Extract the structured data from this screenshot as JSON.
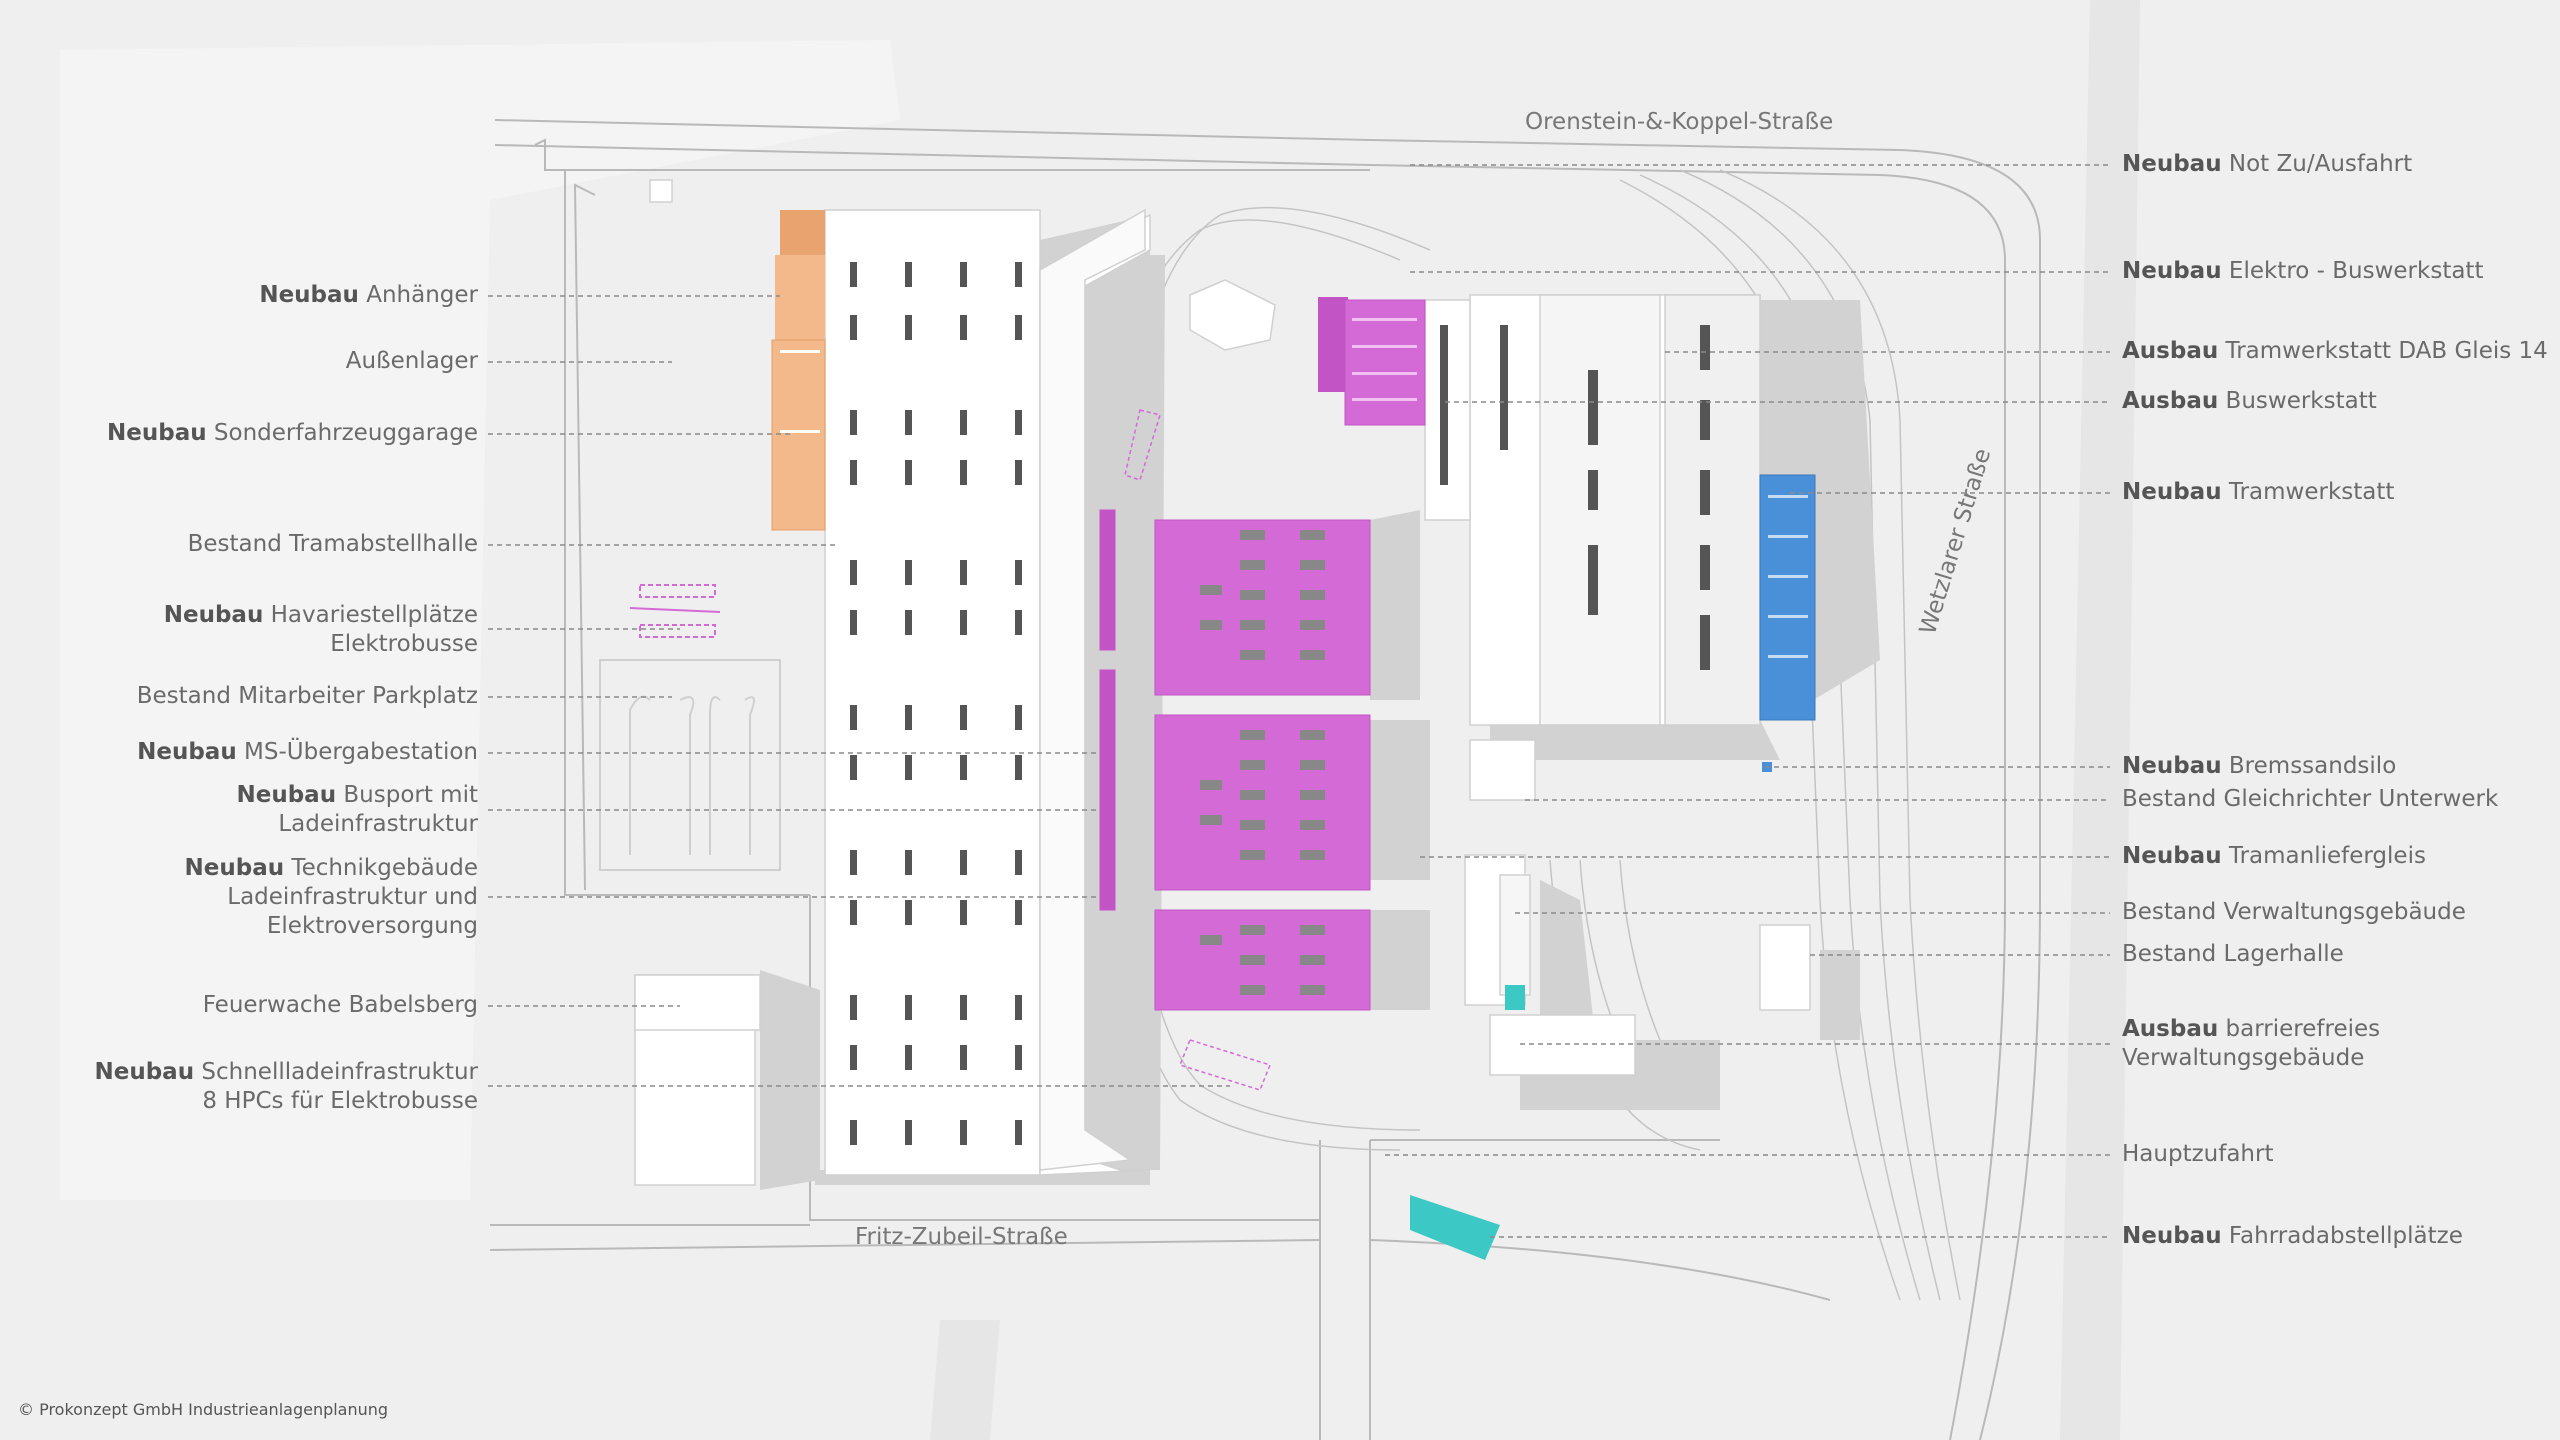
{
  "copyright": "© Prokonzept GmbH Industrieanlagenplanung",
  "streets": {
    "north": "Orenstein-&-Koppel-Straße",
    "east": "Wetzlarer Straße",
    "south": "Fritz-Zubeil-Straße"
  },
  "colors": {
    "neubau_magenta": "#d46ad6",
    "neubau_orange": "#f3b98a",
    "neubau_blue": "#4a90d9",
    "neubau_cyan": "#3cc8c4",
    "building": "#ffffff",
    "shadow": "#d2d2d2",
    "text": "#6a6a6a"
  },
  "labels_left": [
    {
      "prefix": "Neubau",
      "lines": [
        "Anhänger"
      ]
    },
    {
      "prefix": "",
      "lines": [
        "Außenlager"
      ]
    },
    {
      "prefix": "Neubau",
      "lines": [
        "Sonderfahrzeuggarage"
      ]
    },
    {
      "prefix": "",
      "lines": [
        "Bestand Tramabstellhalle"
      ]
    },
    {
      "prefix": "Neubau",
      "lines": [
        "Havariestellplätze",
        "Elektrobusse"
      ]
    },
    {
      "prefix": "",
      "lines": [
        "Bestand Mitarbeiter Parkplatz"
      ]
    },
    {
      "prefix": "Neubau",
      "lines": [
        "MS-Übergabestation"
      ]
    },
    {
      "prefix": "Neubau",
      "lines": [
        "Busport mit",
        "Ladeinfrastruktur"
      ]
    },
    {
      "prefix": "Neubau",
      "lines": [
        "Technikgebäude",
        "Ladeinfrastruktur und",
        "Elektroversorgung"
      ]
    },
    {
      "prefix": "",
      "lines": [
        "Feuerwache Babelsberg"
      ]
    },
    {
      "prefix": "Neubau",
      "lines": [
        "Schnellladeinfrastruktur",
        "8 HPCs für Elektrobusse"
      ]
    }
  ],
  "labels_right": [
    {
      "prefix": "Neubau",
      "lines": [
        "Not Zu/Ausfahrt"
      ]
    },
    {
      "prefix": "Neubau",
      "lines": [
        "Elektro - Buswerkstatt"
      ]
    },
    {
      "prefix": "Ausbau",
      "lines": [
        "Tramwerkstatt DAB Gleis 14"
      ]
    },
    {
      "prefix": "Ausbau",
      "lines": [
        "Buswerkstatt"
      ]
    },
    {
      "prefix": "Neubau",
      "lines": [
        "Tramwerkstatt"
      ]
    },
    {
      "prefix": "Neubau",
      "lines": [
        "Bremssandsilo"
      ]
    },
    {
      "prefix": "",
      "lines": [
        "Bestand Gleichrichter Unterwerk"
      ]
    },
    {
      "prefix": "Neubau",
      "lines": [
        "Tramanliefergleis"
      ]
    },
    {
      "prefix": "",
      "lines": [
        "Bestand Verwaltungsgebäude"
      ]
    },
    {
      "prefix": "",
      "lines": [
        "Bestand Lagerhalle"
      ]
    },
    {
      "prefix": "Ausbau",
      "lines": [
        "barrierefreies",
        "Verwaltungsgebäude"
      ]
    },
    {
      "prefix": "",
      "lines": [
        "Hauptzufahrt"
      ]
    },
    {
      "prefix": "Neubau",
      "lines": [
        "Fahrradabstellplätze"
      ]
    }
  ]
}
